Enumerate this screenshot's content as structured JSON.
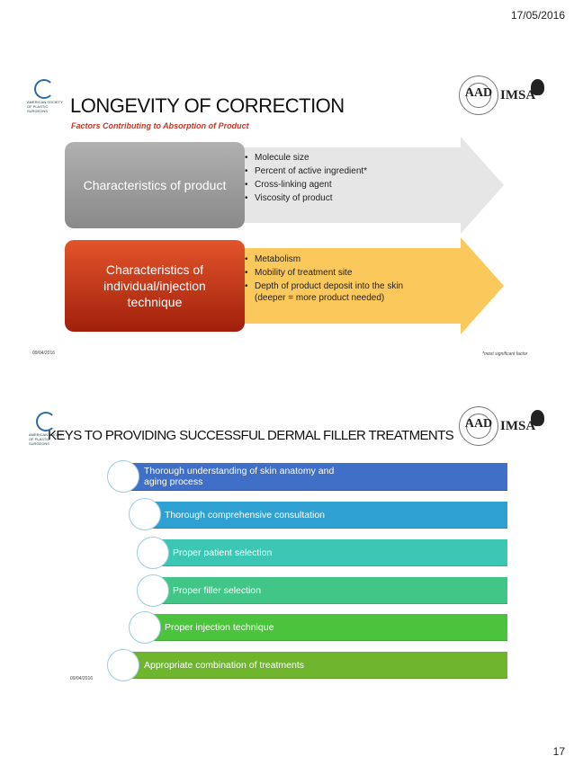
{
  "page": {
    "date": "17/05/2016",
    "number": "17"
  },
  "slide1": {
    "title": "LONGEVITY OF CORRECTION",
    "subtitle": "Factors Contributing to Absorption of Product",
    "date": "09/04/2016",
    "footnote": "*most significant factor",
    "rows": [
      {
        "label": "Characteristics of product",
        "bullets": [
          "Molecule size",
          "Percent of active ingredient*",
          "Cross-linking agent",
          "Viscosity of product"
        ]
      },
      {
        "label": "Characteristics of individual/injection technique",
        "bullets": [
          "Metabolism",
          "Mobility of treatment site",
          "Depth of product deposit into the skin (deeper = more product needed)"
        ]
      }
    ]
  },
  "slide2": {
    "title": "KEYS TO PROVIDING SUCCESSFUL DERMAL FILLER TREATMENTS",
    "date": "09/04/2016",
    "items": [
      "Thorough understanding of skin anatomy and aging process",
      "Thorough comprehensive consultation",
      "Proper patient selection",
      "Proper filler selection",
      "Proper injection technique",
      "Appropriate combination of treatments"
    ]
  },
  "logos": {
    "asps": "AMERICAN SOCIETY OF PLASTIC SURGEONS",
    "aad": "AAD",
    "imsa": "IMSA"
  },
  "colors": {
    "row1_box": "#9e9e9e",
    "row1_arrow": "#e6e6e6",
    "row2_box": "#c0351a",
    "row2_arrow": "#fbc85c",
    "bars": [
      "#3f6fc6",
      "#2fa0d2",
      "#3bc7b4",
      "#41c687",
      "#4cc33c",
      "#6fb52e"
    ]
  }
}
